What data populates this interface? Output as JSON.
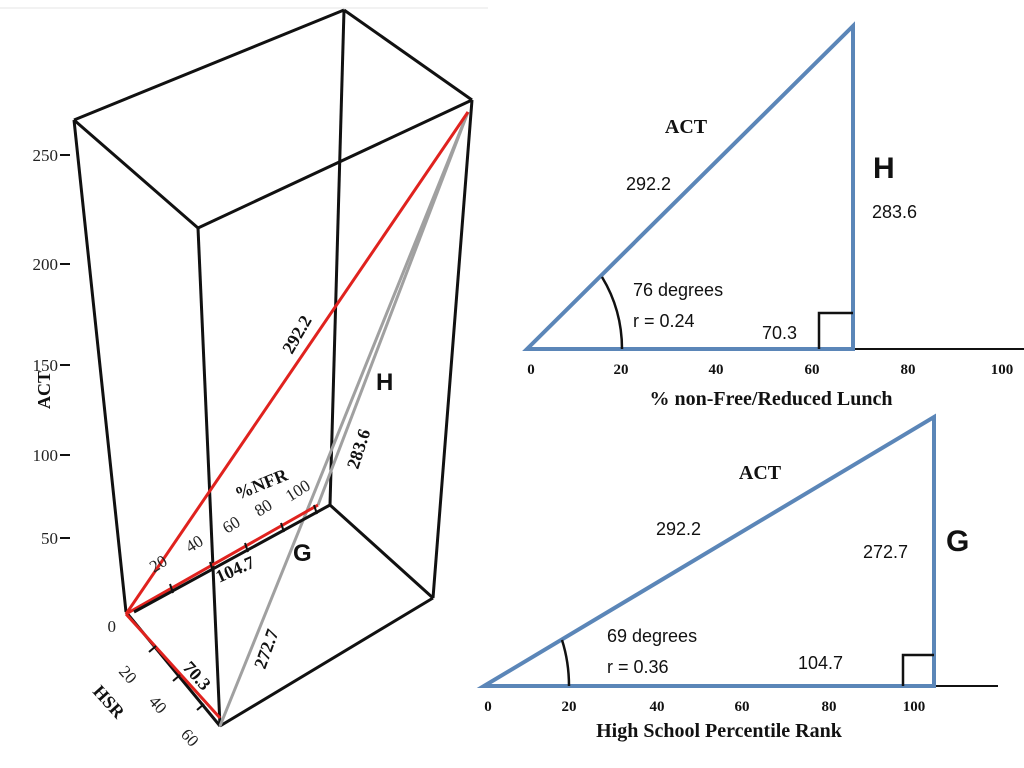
{
  "box3d": {
    "act_axis_title": "ACT",
    "act_ticks": [
      "250",
      "200",
      "150",
      "100",
      "50",
      "0"
    ],
    "hsr_axis_title": "HSR",
    "hsr_ticks": [
      "20",
      "40",
      "60"
    ],
    "nfr_axis_title": "%NFR",
    "nfr_ticks": [
      "20",
      "40",
      "60",
      "80",
      "100"
    ],
    "label_hyp": "292.2",
    "label_h": "283.6",
    "label_g": "272.7",
    "label_hsr_len": "70.3",
    "label_nfr_len": "104.7",
    "letter_h": "H",
    "letter_g": "G"
  },
  "triangle_top": {
    "title": "ACT",
    "hyp_label": "292.2",
    "vertical_label": "283.6",
    "base_label": "70.3",
    "angle_label": "76 degrees",
    "r_label": "r = 0.24",
    "letter": "H",
    "x_ticks": [
      "0",
      "20",
      "40",
      "60",
      "80",
      "100"
    ],
    "x_axis_title": "% non-Free/Reduced Lunch"
  },
  "triangle_bottom": {
    "title": "ACT",
    "hyp_label": "292.2",
    "vertical_label": "272.7",
    "base_label": "104.7",
    "angle_label": "69 degrees",
    "r_label": "r = 0.36",
    "letter": "G",
    "x_ticks": [
      "0",
      "20",
      "40",
      "60",
      "80",
      "100"
    ],
    "x_axis_title": "High School Percentile Rank"
  },
  "colors": {
    "triangle_blue": "#5b86b8",
    "red": "#e0221e",
    "gray": "#a0a0a0",
    "black": "#111111"
  }
}
